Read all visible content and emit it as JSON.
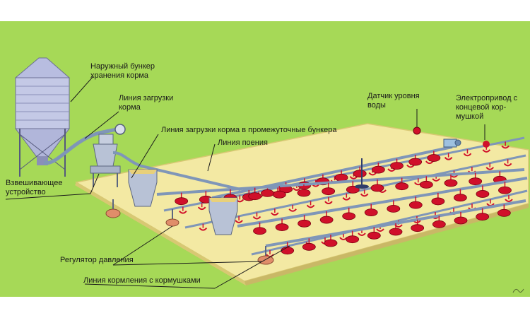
{
  "colors": {
    "background": "#a6d957",
    "floor": "#f3e9a3",
    "floor_edge": "#d8c873",
    "pipe": "#7f96b8",
    "feeder_red": "#d0102a",
    "leader_line": "#1a1a1a",
    "hopper": "#b8c2d6",
    "silo": "#c4c9e6"
  },
  "labels": {
    "outdoor_bunker": "Наружный бункер\nхранения корма",
    "feed_loading_line": "Линия загрузки\nкорма",
    "intermediate_line": "Линия загрузки корма в промежуточные бункера",
    "watering_line": "Линия поения",
    "water_sensor": "Датчик уровня\nводы",
    "electric_drive": "Электропривод с\nконцевой кор-\nмушкой",
    "weighing_device": "Взвешивающее\nустройство",
    "pressure_regulator": "Регулятор  давления",
    "feeding_line": "Линия кормления с кормушками"
  },
  "icons": {
    "silo": "storage-silo-icon",
    "hopper": "intermediate-hopper-icon",
    "feeder": "feeder-pan-icon",
    "drinker": "drinker-icon",
    "regulator": "pressure-regulator-icon",
    "motor": "electric-motor-icon",
    "sensor": "water-level-sensor-icon"
  }
}
